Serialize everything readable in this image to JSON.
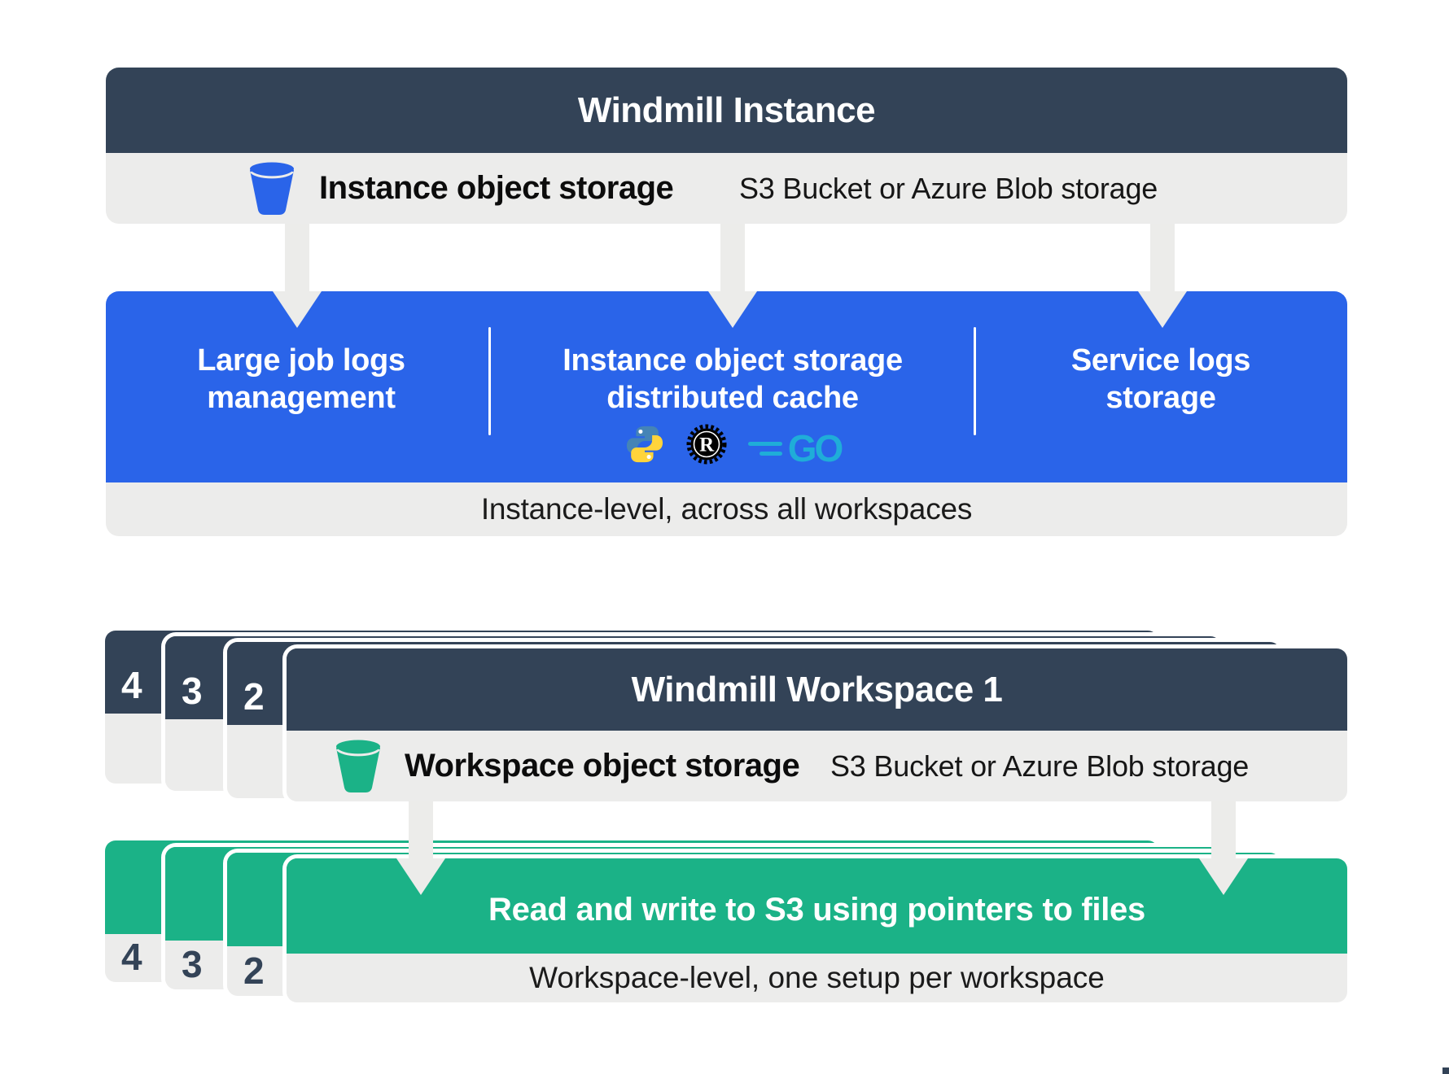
{
  "colors": {
    "dark": "#334357",
    "blue": "#2a64e9",
    "green": "#1bb287",
    "gray": "#ececeb",
    "arrow": "#ececea",
    "go_cyan": "#1fadd8",
    "python_blue": "#4584b6",
    "python_yellow": "#ffd43b"
  },
  "instance": {
    "title": "Windmill Instance",
    "storage_label": "Instance object storage",
    "storage_detail": "S3 Bucket or Azure Blob storage",
    "columns": [
      {
        "line1": "Large job logs",
        "line2": "management"
      },
      {
        "line1": "Instance object storage",
        "line2": "distributed cache"
      },
      {
        "line1": "Service logs",
        "line2": "storage"
      }
    ],
    "footer": "Instance-level, across all workspaces"
  },
  "logos": {
    "python": "python-logo",
    "rust": "rust-logo",
    "rust_letter": "R",
    "go": "go-logo",
    "go_text": "GO"
  },
  "workspace": {
    "title": "Windmill Workspace 1",
    "stack_numbers": [
      "4",
      "3",
      "2"
    ],
    "storage_label": "Workspace object storage",
    "storage_detail": "S3 Bucket or Azure Blob storage",
    "banner": "Read and write to S3 using pointers to files",
    "footer": "Workspace-level, one setup per workspace"
  }
}
